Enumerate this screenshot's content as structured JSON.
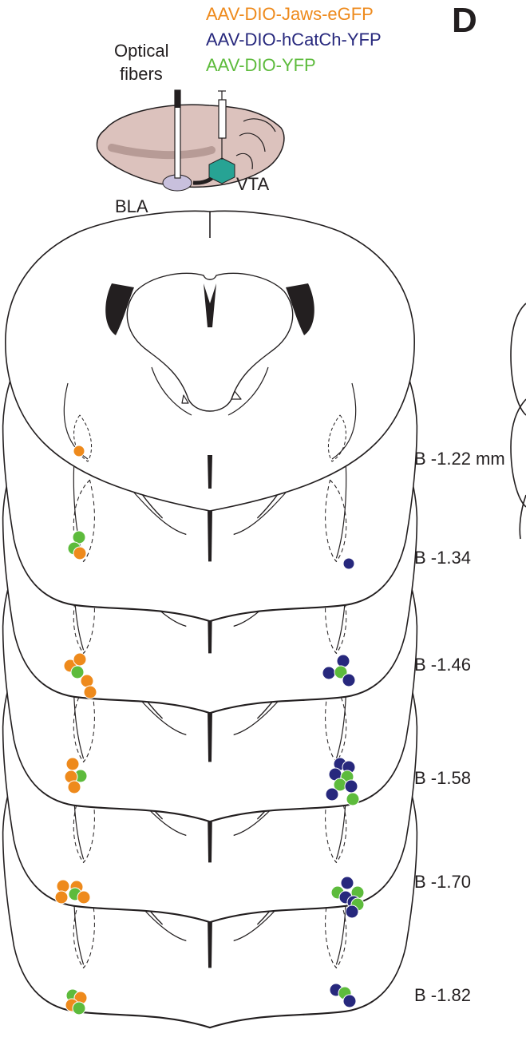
{
  "panel_label": "D",
  "legend": [
    {
      "label": "AAV-DIO-Jaws-eGFP",
      "color": "#ee8a1c"
    },
    {
      "label": "AAV-DIO-hCatCh-YFP",
      "color": "#27287d"
    },
    {
      "label": "AAV-DIO-YFP",
      "color": "#5dbb3c"
    }
  ],
  "labels": {
    "optical_line1": "Optical",
    "optical_line2": "fibers",
    "bla": "BLA",
    "vta": "VTA"
  },
  "sections": [
    {
      "label": "B -1.22 mm"
    },
    {
      "label": "B -1.34"
    },
    {
      "label": "B -1.46"
    },
    {
      "label": "B -1.58"
    },
    {
      "label": "B -1.70"
    },
    {
      "label": "B -1.82"
    }
  ],
  "colors": {
    "outline": "#231f20",
    "brain_fill": "#dcc2bd",
    "bla_fill": "#c8c0dd",
    "vta_fill": "#27a394"
  }
}
